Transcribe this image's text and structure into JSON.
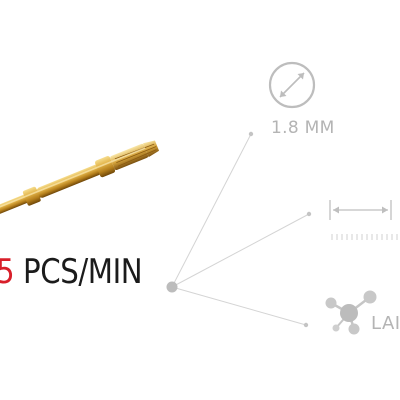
{
  "production": {
    "rate_value": "5",
    "rate_unit": " PCS/MIN"
  },
  "features": {
    "diameter_label": "1.8 MM",
    "third_label": "LAI"
  },
  "icons": {
    "product": "gold-contact-pin",
    "hub": "hub-dot-icon",
    "diameter": "diameter-circle-icon",
    "length": "length-ruler-icon",
    "network": "molecule-network-icon"
  },
  "colors": {
    "accent": "#d81f2a",
    "text": "#1b1b1b",
    "muted": "#b4b4b4",
    "gold": "#c9962b"
  }
}
